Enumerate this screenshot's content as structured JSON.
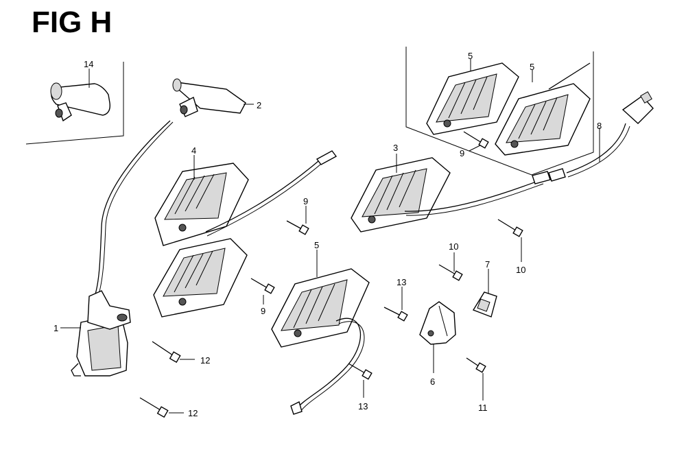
{
  "title": "FIG H",
  "callouts": {
    "c14": "14",
    "c2": "2",
    "c4": "4",
    "c1": "1",
    "c9a": "9",
    "c9b": "9",
    "c9c": "9",
    "c5a": "5",
    "c5b": "5",
    "c5c": "5",
    "c3": "3",
    "c8": "8",
    "c10a": "10",
    "c10b": "10",
    "c7": "7",
    "c13a": "13",
    "c13b": "13",
    "c12a": "12",
    "c12b": "12",
    "c6": "6",
    "c11": "11"
  }
}
